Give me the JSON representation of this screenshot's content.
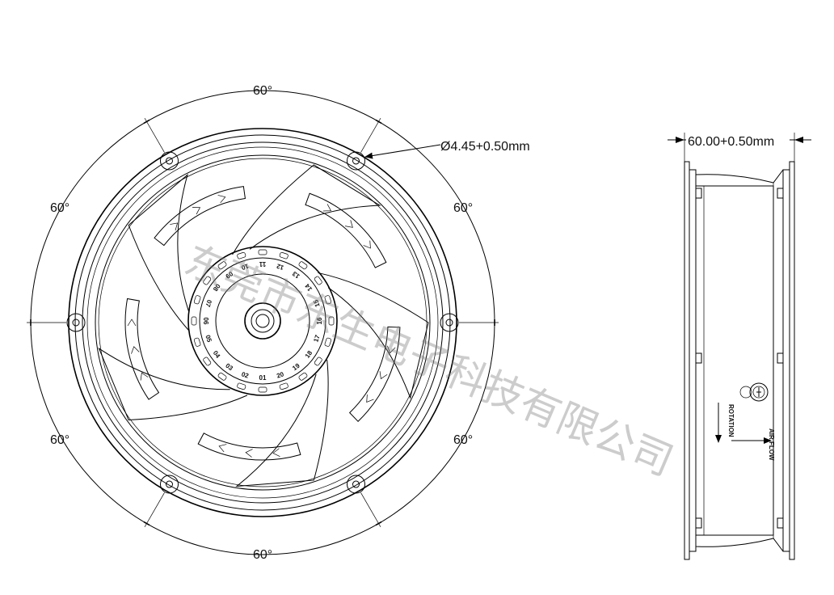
{
  "front_view": {
    "angle_labels": [
      "60°",
      "60°",
      "60°",
      "60°",
      "60°",
      "60°"
    ],
    "hole_dimension": "Ø4.45+0.50mm",
    "hub_numbers": [
      "01",
      "02",
      "03",
      "04",
      "05",
      "06",
      "07",
      "08",
      "09",
      "10",
      "11",
      "12",
      "13",
      "14",
      "15",
      "16",
      "17",
      "18",
      "19",
      "20"
    ]
  },
  "side_view": {
    "width_dimension": "60.00+0.50mm",
    "rotation_label": "ROTATION",
    "airflow_label": "AIR FLOW"
  },
  "watermark": "东莞市东生电子科技有限公司"
}
